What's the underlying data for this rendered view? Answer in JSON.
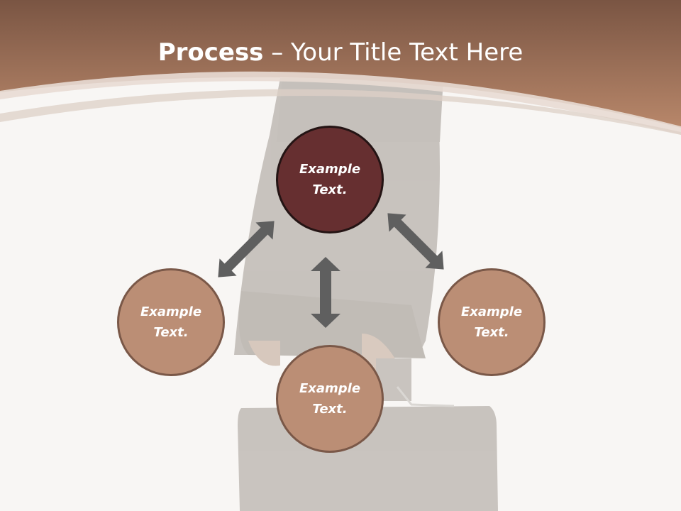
{
  "slide": {
    "title_bold": "Process",
    "title_rest": " – Your Title Text Here"
  },
  "nodes": {
    "center": {
      "line1": "Example",
      "line2": "Text."
    },
    "left": {
      "line1": "Example",
      "line2": "Text."
    },
    "right": {
      "line1": "Example",
      "line2": "Text."
    },
    "bottom": {
      "line1": "Example",
      "line2": "Text."
    }
  },
  "colors": {
    "header_top": "#7a5543",
    "header_bottom": "#b8876a",
    "center_fill": "#662f30",
    "side_fill": "#bb8e75",
    "arrow": "#5f5f5f",
    "background": "#f8f6f4"
  },
  "icons": {
    "arrows": "double-headed-arrow",
    "background_photo": "businessperson-with-briefcase"
  }
}
